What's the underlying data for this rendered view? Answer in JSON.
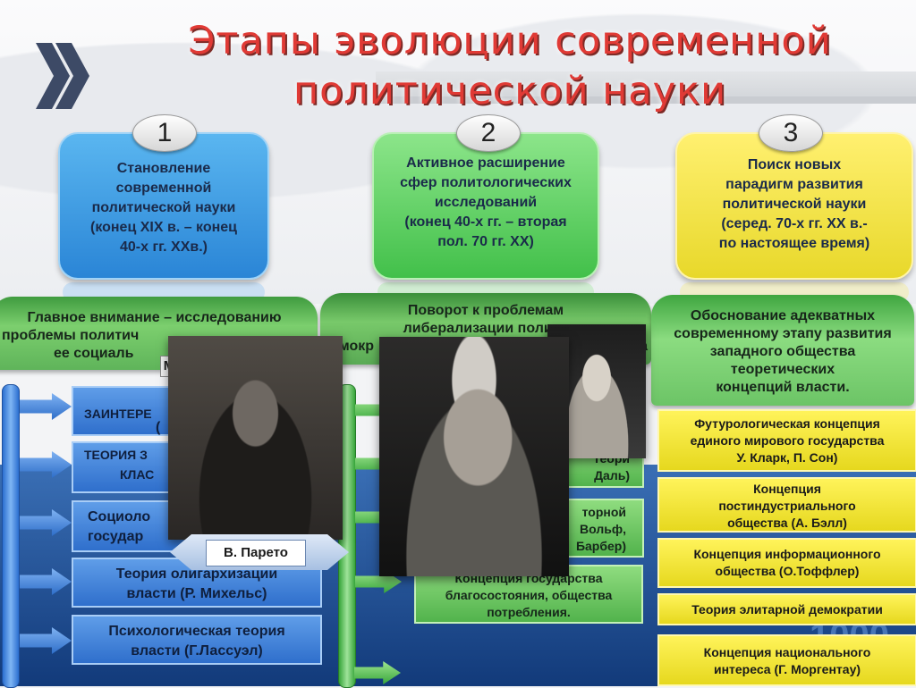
{
  "title": {
    "line1": "Этапы эволюции современной",
    "line2": "политической науки"
  },
  "stages": [
    {
      "number": "1",
      "lines": [
        "Становление",
        "современной",
        "политической науки",
        "(конец XIX в. – конец",
        "40-х гг. XXв.)"
      ],
      "band": [
        "Главное внимание – исследованию",
        "проблемы политич",
        "ее социаль"
      ],
      "items": [
        {
          "lines": [
            "ЗАИНТЕРЕ",
            "("
          ]
        },
        {
          "lines": [
            "ТЕОРИЯ З",
            "КЛАС"
          ]
        },
        {
          "lines": [
            "Социоло",
            "государ"
          ]
        },
        {
          "lines": [
            "Теория олигархизации",
            "власти (Р. Михельс)"
          ]
        },
        {
          "lines": [
            "Психологическая теория",
            "власти (Г.Лассуэл)"
          ]
        }
      ]
    },
    {
      "number": "2",
      "lines": [
        "Активное расширение",
        "сфер политологических",
        "исследований",
        "(конец 40-х гг. – вторая",
        "пол. 70 гг. XX)"
      ],
      "band": [
        "Поворот к проблемам",
        "либерализации полити",
        "демокр",
        "а"
      ],
      "items": [
        {
          "lines": [
            "теори",
            "Даль)"
          ]
        },
        {
          "lines": [
            "торной",
            "Вольф,",
            "Барбер)"
          ]
        },
        {
          "lines": [
            "Концепция государства",
            "благосостояния, общества",
            "потребления."
          ]
        }
      ]
    },
    {
      "number": "3",
      "lines": [
        "Поиск новых",
        "парадигм развития",
        "политической науки",
        "(серед. 70-х гг. XX в.-",
        "по настоящее время)"
      ],
      "band": [
        "Обоснование адекватных",
        "современному этапу развития",
        "западного общества",
        "теоретических",
        "концепций власти."
      ],
      "items": [
        {
          "lines": [
            "Футурологическая концепция",
            "единого мирового государства",
            "У. Кларк, П. Сон)"
          ]
        },
        {
          "lines": [
            "Концепция",
            "постиндустриального",
            "общества (А. Бэлл)"
          ]
        },
        {
          "lines": [
            "Концепция информационного",
            "общества (О.Тоффлер)"
          ]
        },
        {
          "lines": [
            "Теория элитарной демократии"
          ]
        },
        {
          "lines": [
            "Концепция национального",
            "интереса (Г. Моргентау)"
          ]
        }
      ]
    }
  ],
  "photo_caption": "В. Парето",
  "photo_tab": "М",
  "decor_number": "1000"
}
